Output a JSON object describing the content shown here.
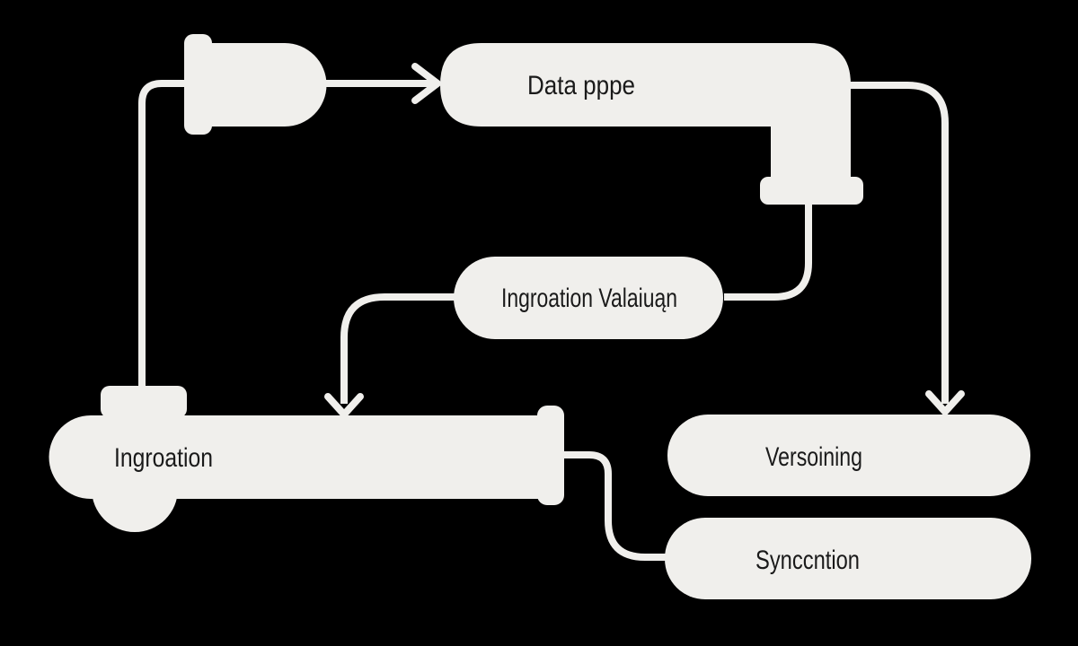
{
  "colors": {
    "background": "#000000",
    "shape_fill": "#f0efec",
    "line": "#f0efec",
    "label_text": "#1a1a1a"
  },
  "diagram": {
    "nodes": {
      "feeder_cap": {
        "label": ""
      },
      "data_pipe": {
        "label": "Data pppe"
      },
      "validation": {
        "label": "Ingroation Valaiuąn"
      },
      "ingestion_pipe": {
        "label": "Ingroation"
      },
      "versioning": {
        "label": "Versoining"
      },
      "sync": {
        "label": "Synccntion"
      }
    },
    "edges": [
      {
        "from": "feeder_cap",
        "to": "data_pipe",
        "type": "arrow-right"
      },
      {
        "from": "feeder_cap",
        "to": "ingestion_pipe",
        "type": "elbow-line-down"
      },
      {
        "from": "data_pipe",
        "to": "validation",
        "type": "elbow-line"
      },
      {
        "from": "data_pipe",
        "to": "versioning",
        "type": "arrow-down"
      },
      {
        "from": "validation",
        "to": "ingestion_pipe",
        "type": "arrow-down"
      },
      {
        "from": "ingestion_pipe",
        "to": "sync",
        "type": "elbow-line"
      }
    ]
  }
}
